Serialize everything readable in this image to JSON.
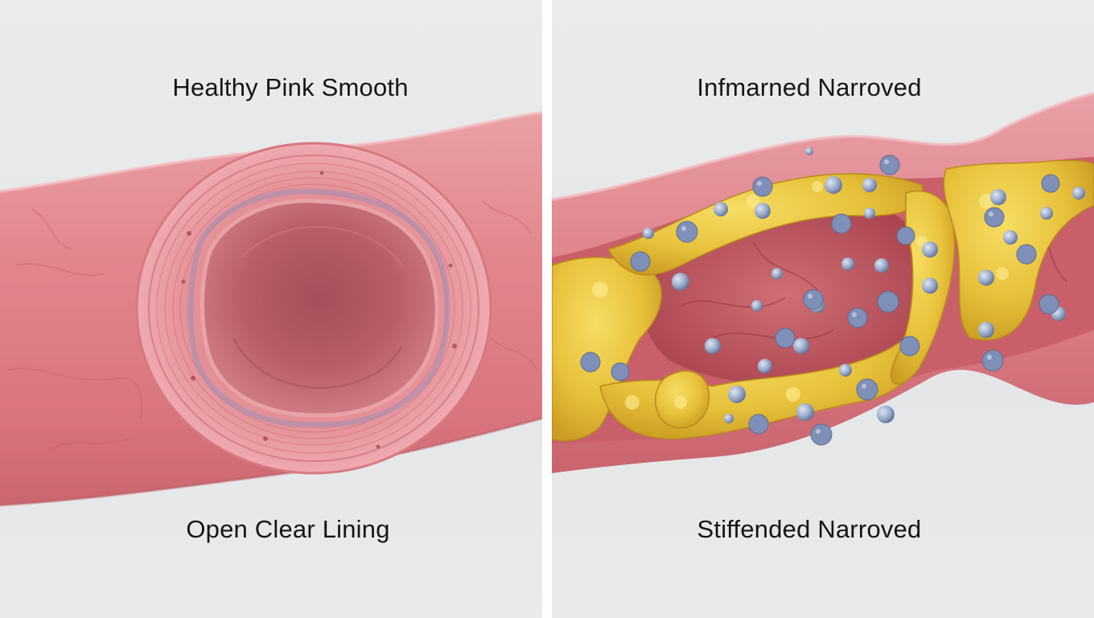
{
  "panels": {
    "left": {
      "top_caption": "Healthy Pink Smooth",
      "bottom_caption": "Open Clear Lining"
    },
    "right": {
      "top_caption": "Infmarned Narroved",
      "bottom_caption": "Stiffended Narroved"
    }
  },
  "colors": {
    "background": "#e7e9ea",
    "artery_wall": "#e48a92",
    "artery_shadow": "#c4646e",
    "lumen": "#b85a64",
    "plaque_yellow": "#e8c43c",
    "immune_cell": "#8a9cc0"
  },
  "icons": {
    "left_illustration": "healthy-artery-cross-section",
    "right_illustration": "inflamed-artery-plaque"
  }
}
